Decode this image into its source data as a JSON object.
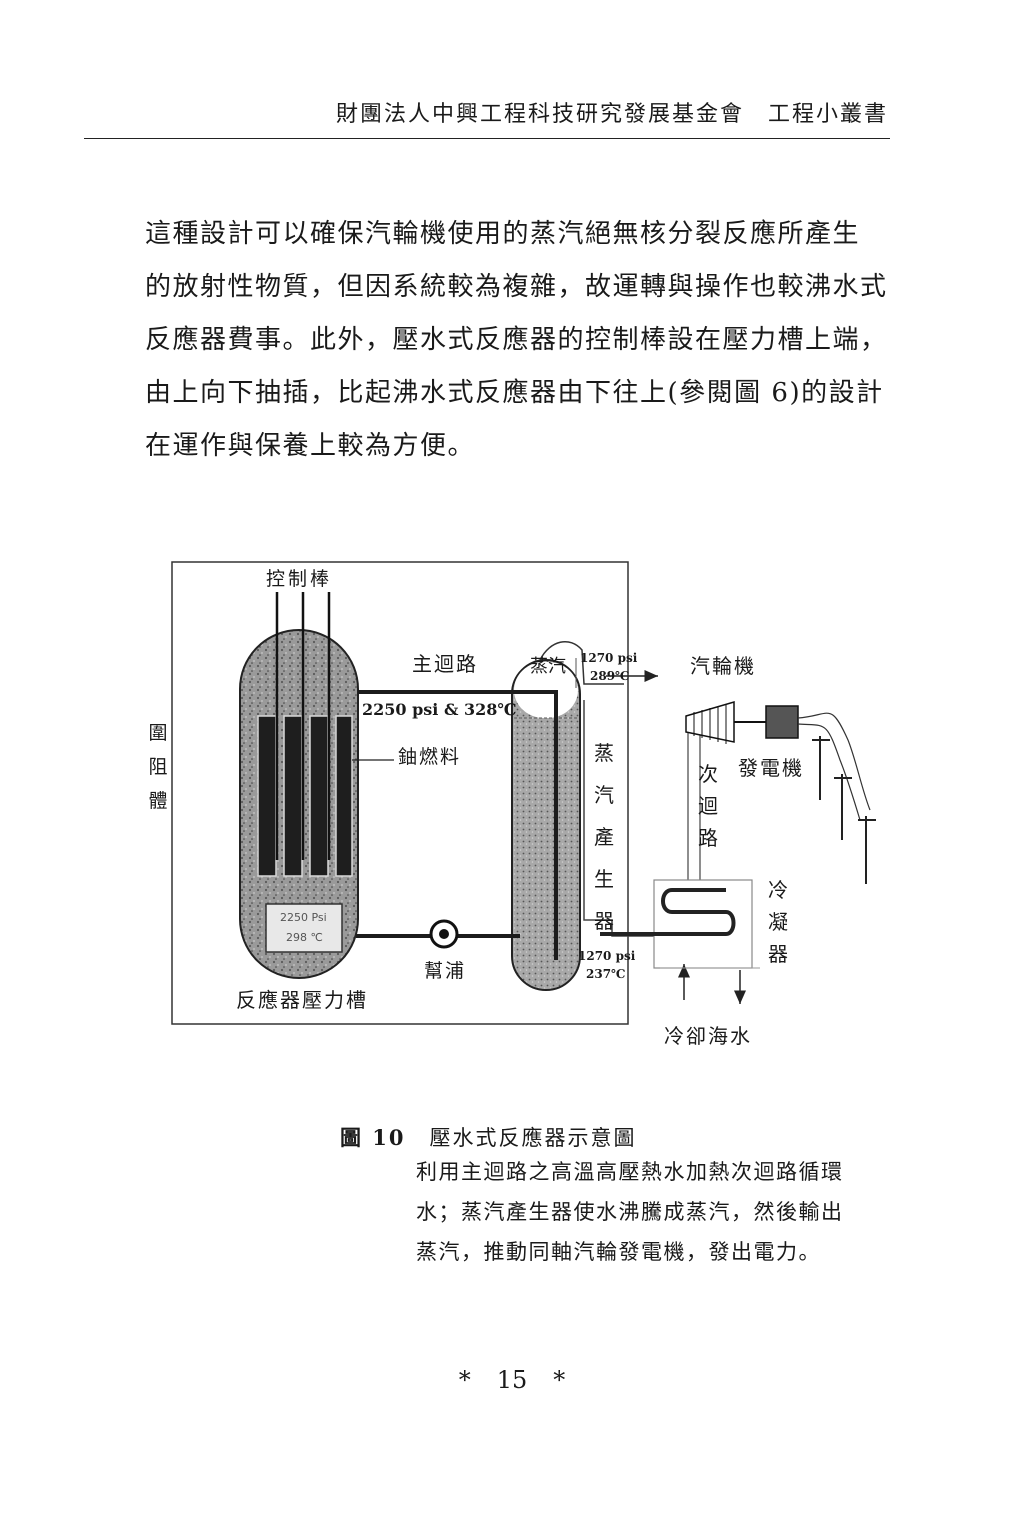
{
  "header": {
    "title": "財團法人中興工程科技研究發展基金會　工程小叢書"
  },
  "body_text": [
    "這種設計可以確保汽輪機使用的蒸汽絕無核分裂反應所產生",
    "的放射性物質，但因系統較為複雜，故運轉與操作也較沸水式",
    "反應器費事。此外，壓水式反應器的控制棒設在壓力槽上端，",
    "由上向下抽插，比起沸水式反應器由下往上(參閱圖 6)的設計",
    "在運作與保養上較為方便。"
  ],
  "figure": {
    "labels": {
      "control_rods": "控制棒",
      "containment": "圍阻體",
      "main_loop": "主迴路",
      "main_loop_condition": "2250 psi & 328℃",
      "uranium_fuel": "鈾燃料",
      "steam": "蒸汽",
      "steam_out_pressure": "1270 psi",
      "steam_out_temp": "289℃",
      "turbine": "汽輪機",
      "generator": "發電機",
      "steam_generator": "蒸汽產生器",
      "secondary_loop": "次迴路",
      "condenser": "冷凝器",
      "reactor_gauge_pressure": "2250 Psi",
      "reactor_gauge_temp": "298 ℃",
      "pump": "幫浦",
      "return_pressure": "1270 psi",
      "return_temp": "237℃",
      "pressure_vessel": "反應器壓力槽",
      "cooling_seawater": "冷卻海水"
    },
    "colors": {
      "vessel_fill": "#8a8a8a",
      "pipe": "#1c1c1c",
      "fuel_rod": "#202020"
    }
  },
  "caption": {
    "number": "圖 10",
    "title": "壓水式反應器示意圖",
    "description": [
      "利用主迴路之高溫高壓熱水加熱次迴路循環",
      "水；蒸汽產生器使水沸騰成蒸汽，然後輸出",
      "蒸汽，推動同軸汽輪發電機，發出電力。"
    ]
  },
  "page": {
    "number": "15",
    "marker": "*"
  }
}
